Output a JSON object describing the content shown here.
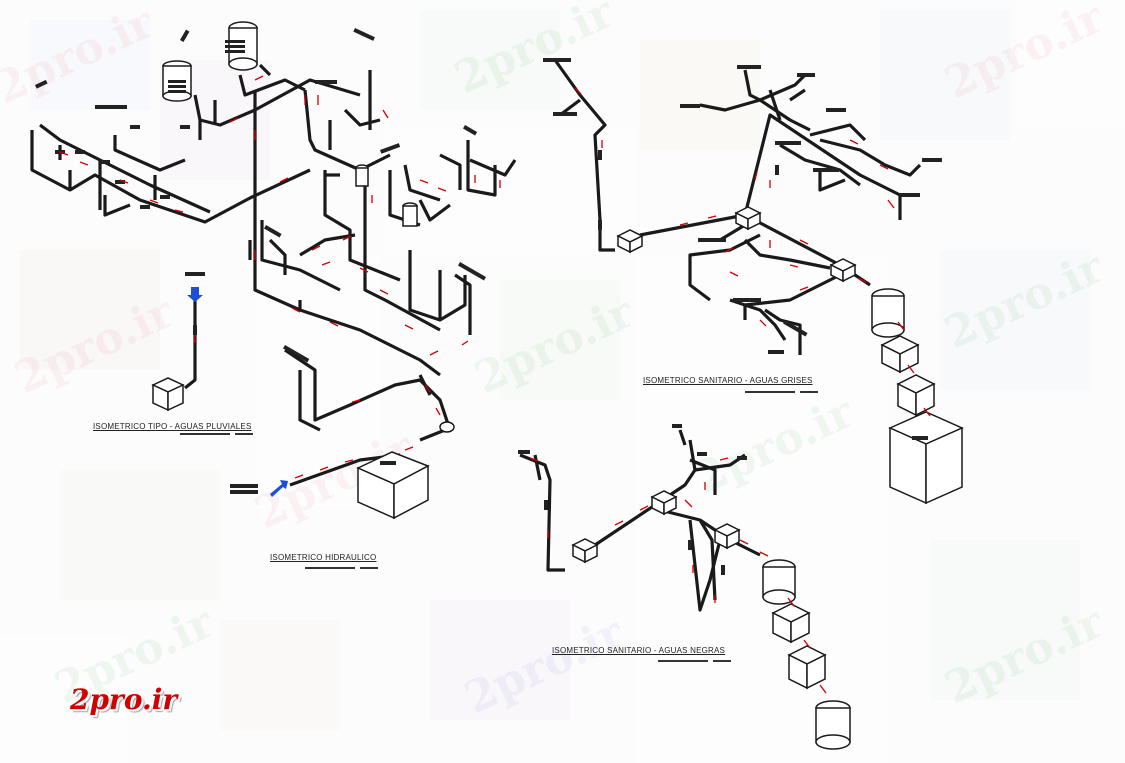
{
  "watermark": {
    "text": "2pro.ir"
  },
  "logo": {
    "text": "2pro.ir"
  },
  "captions": {
    "pluviales": "ISOMETRICO TIPO - AGUAS PLUVIALES",
    "hidraulico": "ISOMETRICO HIDRAULICO",
    "grises": "ISOMETRICO SANITARIO -  AGUAS GRISES",
    "negras": "ISOMETRICO SANITARIO -  AGUAS NEGRAS"
  },
  "colors": {
    "pipe": "#1a1a1a",
    "flow_arrow": "#d40000",
    "label_block": "#222222",
    "entry_arrow": "#1a4fd6"
  }
}
